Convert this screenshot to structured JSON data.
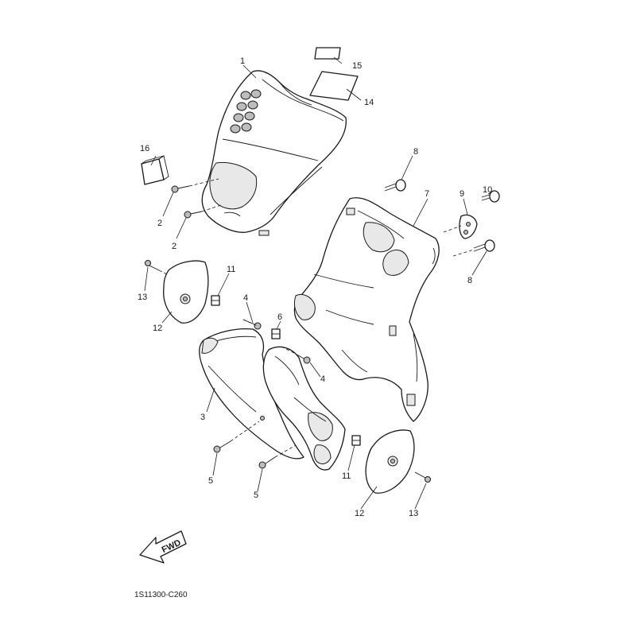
{
  "callouts": {
    "c1": "1",
    "c2a": "2",
    "c2b": "2",
    "c3": "3",
    "c4a": "4",
    "c4b": "4",
    "c5a": "5",
    "c5b": "5",
    "c6": "6",
    "c7": "7",
    "c8a": "8",
    "c8b": "8",
    "c9": "9",
    "c10": "10",
    "c11a": "11",
    "c11b": "11",
    "c12a": "12",
    "c12b": "12",
    "c13a": "13",
    "c13b": "13",
    "c14": "14",
    "c15": "15",
    "c16": "16"
  },
  "direction_label": "FWD",
  "diagram_code": "1S11300-C260"
}
